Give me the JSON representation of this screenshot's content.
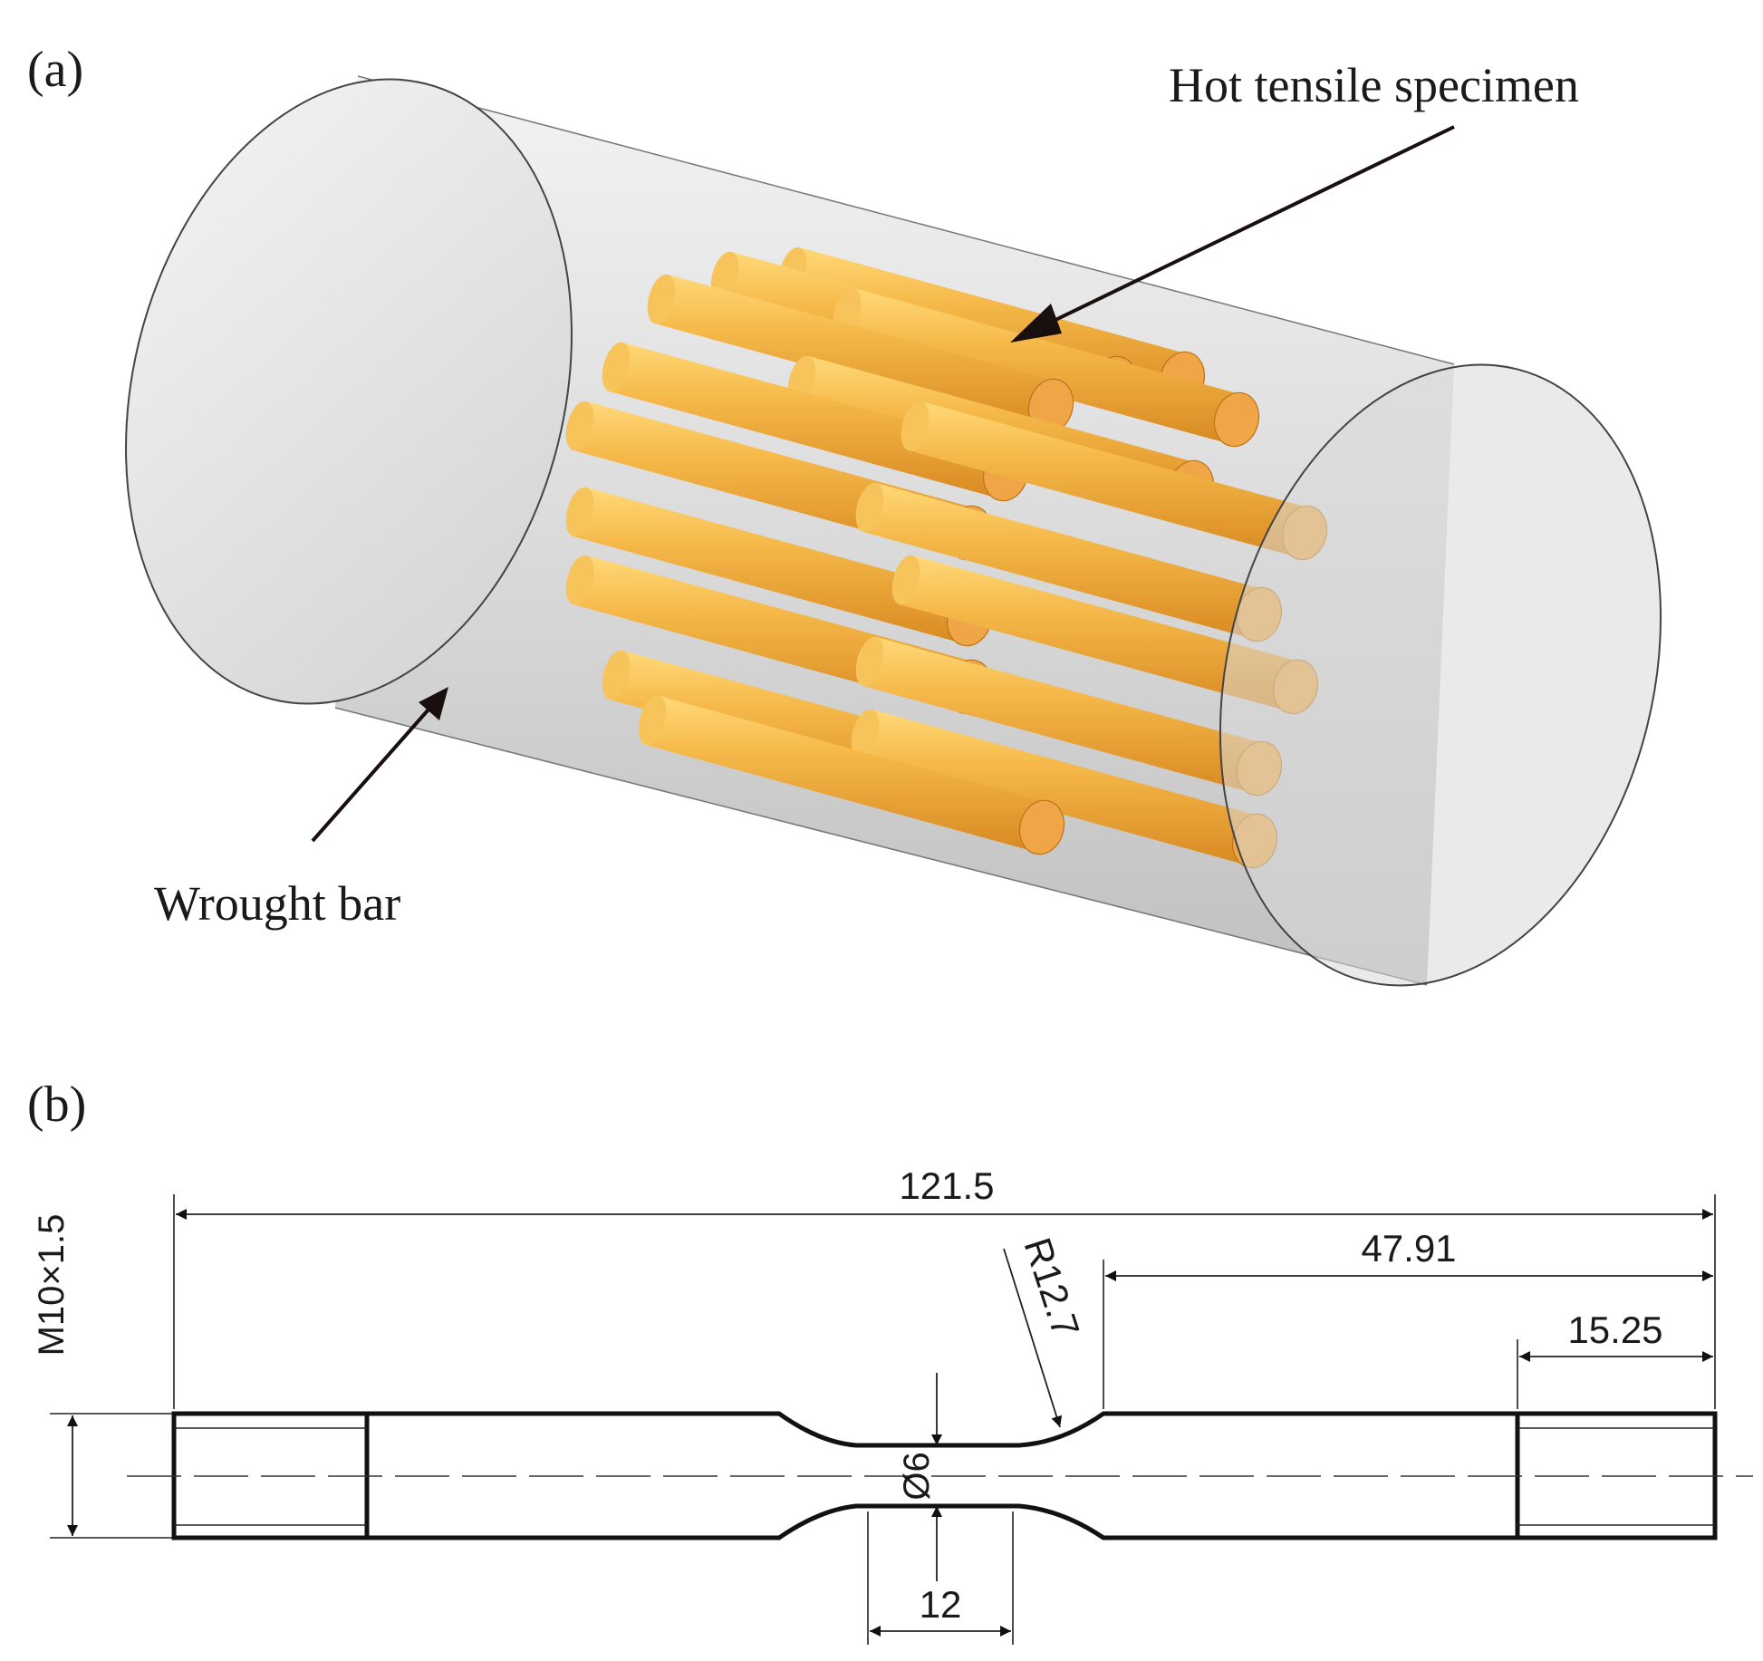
{
  "panel_a": {
    "label": "(a)",
    "specimen_label": "Hot tensile specimen",
    "bar_label": "Wrought bar",
    "colors": {
      "bar_fill": "#d7d7d7",
      "bar_face": "#e9e9e9",
      "rod_light": "#f7c45c",
      "rod_mid": "#eea93a",
      "rod_dark": "#d48a25",
      "rod_end": "#f0a646"
    }
  },
  "panel_b": {
    "label": "(b)",
    "dimensions": {
      "overall_length": "121.5",
      "length_right_section": "47.91",
      "thread_length": "15.25",
      "fillet_radius": "R12.7",
      "gauge_diameter": "Ø6",
      "gauge_length": "12",
      "thread_spec": "M10×1.5"
    }
  }
}
